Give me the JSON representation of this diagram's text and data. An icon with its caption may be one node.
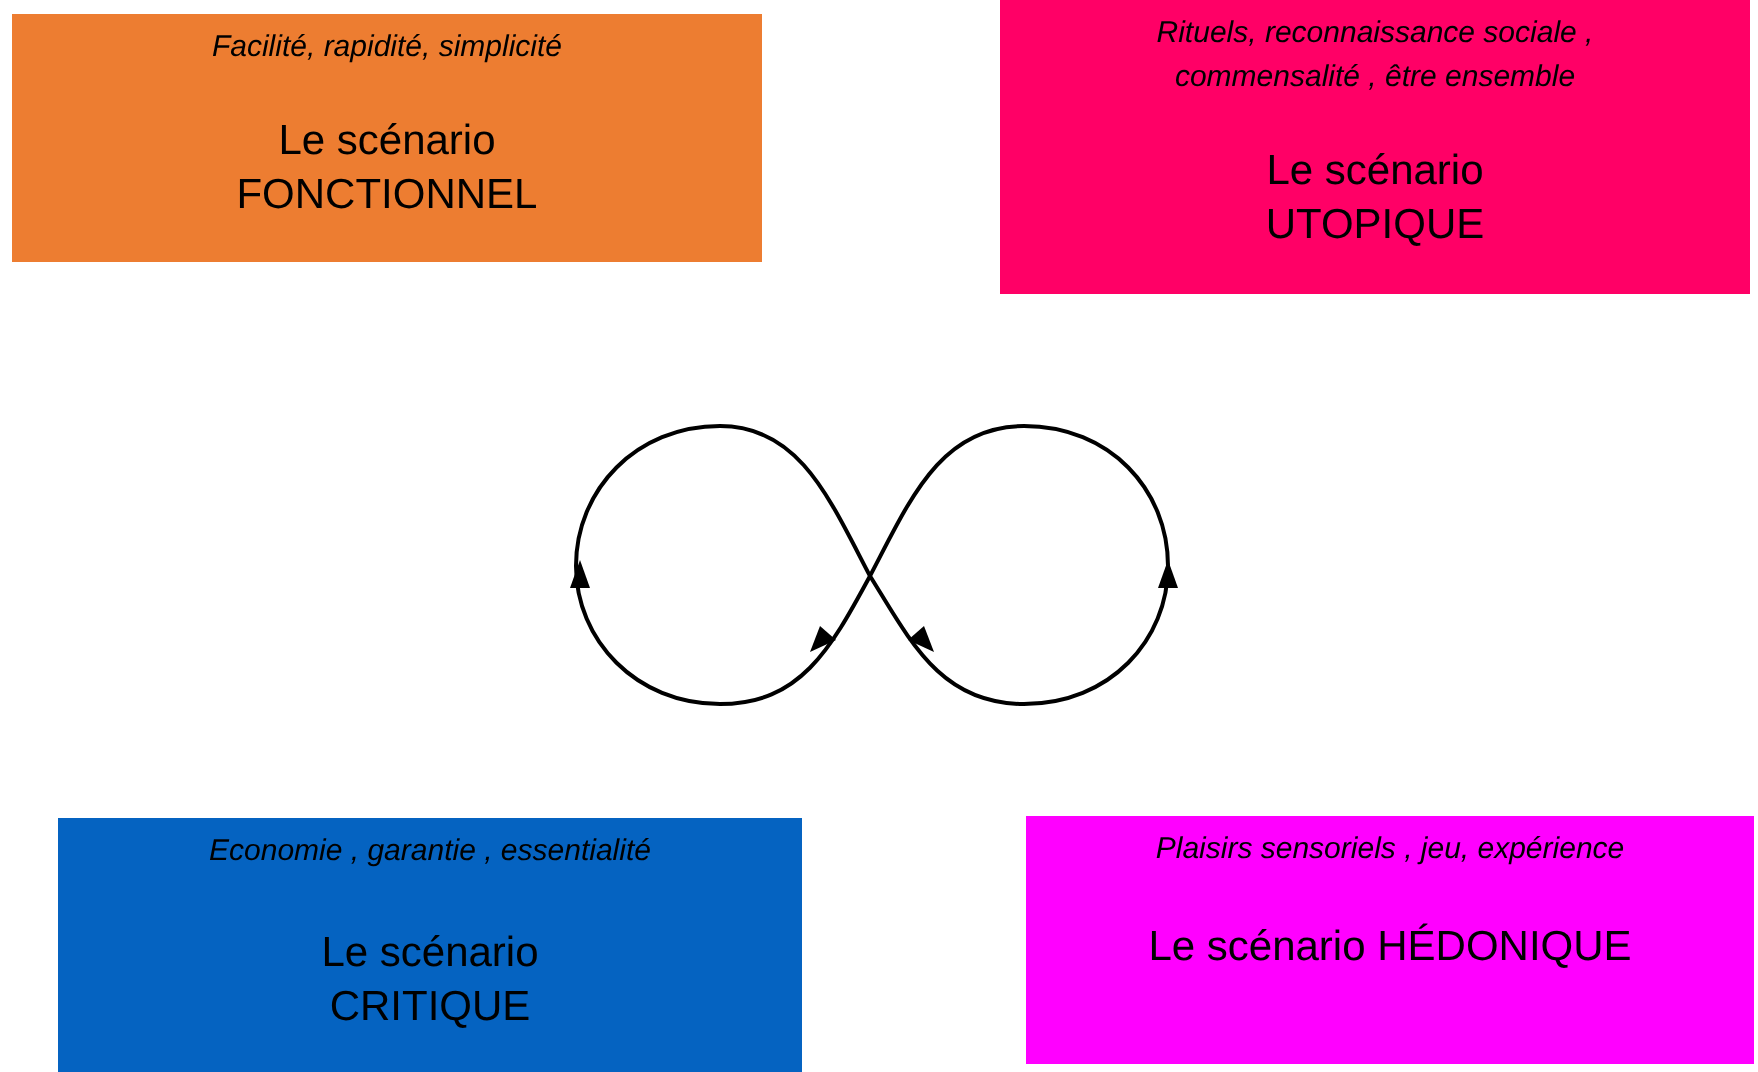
{
  "diagram": {
    "nodes": [
      {
        "text": [
          "Facilité, rapidité, simplicité",
          "Le scénario FONCTIONNEL"
        ]
      },
      {
        "text": [
          "Rituels, reconnaissance sociale , commensalité , être ensemble",
          "Le scénario UTOPIQUE"
        ]
      },
      {
        "text": [
          "Economie , garantie , essentialité",
          "Le scénario CRITIQUE"
        ]
      },
      {
        "text": [
          "Plaisirs sensoriels , jeu, expérience",
          "Le scénario HÉDONIQUE"
        ]
      }
    ]
  }
}
